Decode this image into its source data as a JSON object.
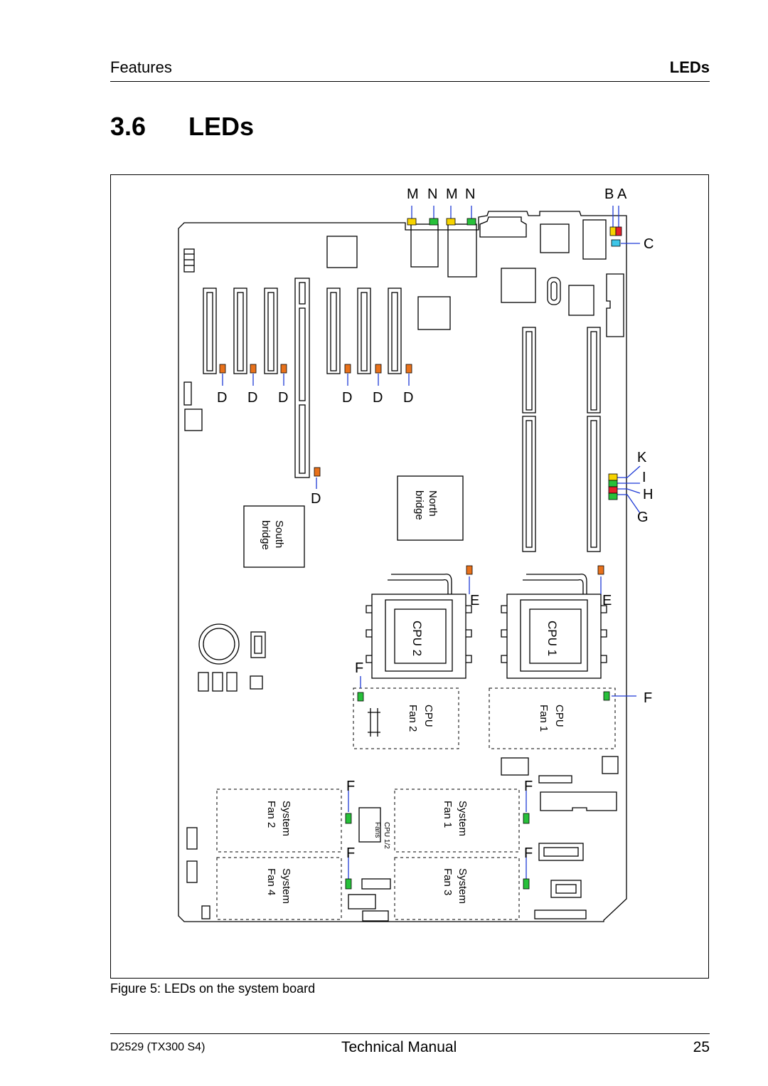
{
  "header": {
    "section": "Features",
    "topic": "LEDs"
  },
  "title": {
    "number": "3.6",
    "text": "LEDs"
  },
  "figure": {
    "caption": "Figure 5: LEDs on the system board",
    "labels": {
      "M": "M",
      "N": "N",
      "B": "B",
      "A": "A",
      "C": "C",
      "D": "D",
      "E": "E",
      "F": "F",
      "G": "G",
      "H": "H",
      "I": "I",
      "K": "K"
    },
    "components": {
      "north_bridge_1": "North",
      "north_bridge_2": "bridge",
      "south_bridge_1": "South",
      "south_bridge_2": "bridge",
      "cpu1": "CPU 1",
      "cpu2": "CPU 2",
      "cpu_fan1_1": "CPU",
      "cpu_fan1_2": "Fan 1",
      "cpu_fan2_1": "CPU",
      "cpu_fan2_2": "Fan 2",
      "sys_fan1_1": "System",
      "sys_fan1_2": "Fan 1",
      "sys_fan2_1": "System",
      "sys_fan2_2": "Fan 2",
      "sys_fan3_1": "System",
      "sys_fan3_2": "Fan 3",
      "sys_fan4_1": "System",
      "sys_fan4_2": "Fan 4",
      "cpu_fans_1": "CPU 1/2",
      "cpu_fans_2": "Fans"
    },
    "led_colors": {
      "orange": "#e8711b",
      "yellow": "#f6d300",
      "green": "#27c03a",
      "red": "#e5202a",
      "cyan": "#3ec6e8",
      "blue_line": "#1f3bd6"
    }
  },
  "footer": {
    "doc_id": "D2529 (TX300 S4)",
    "doc_title": "Technical Manual",
    "page": "25"
  }
}
